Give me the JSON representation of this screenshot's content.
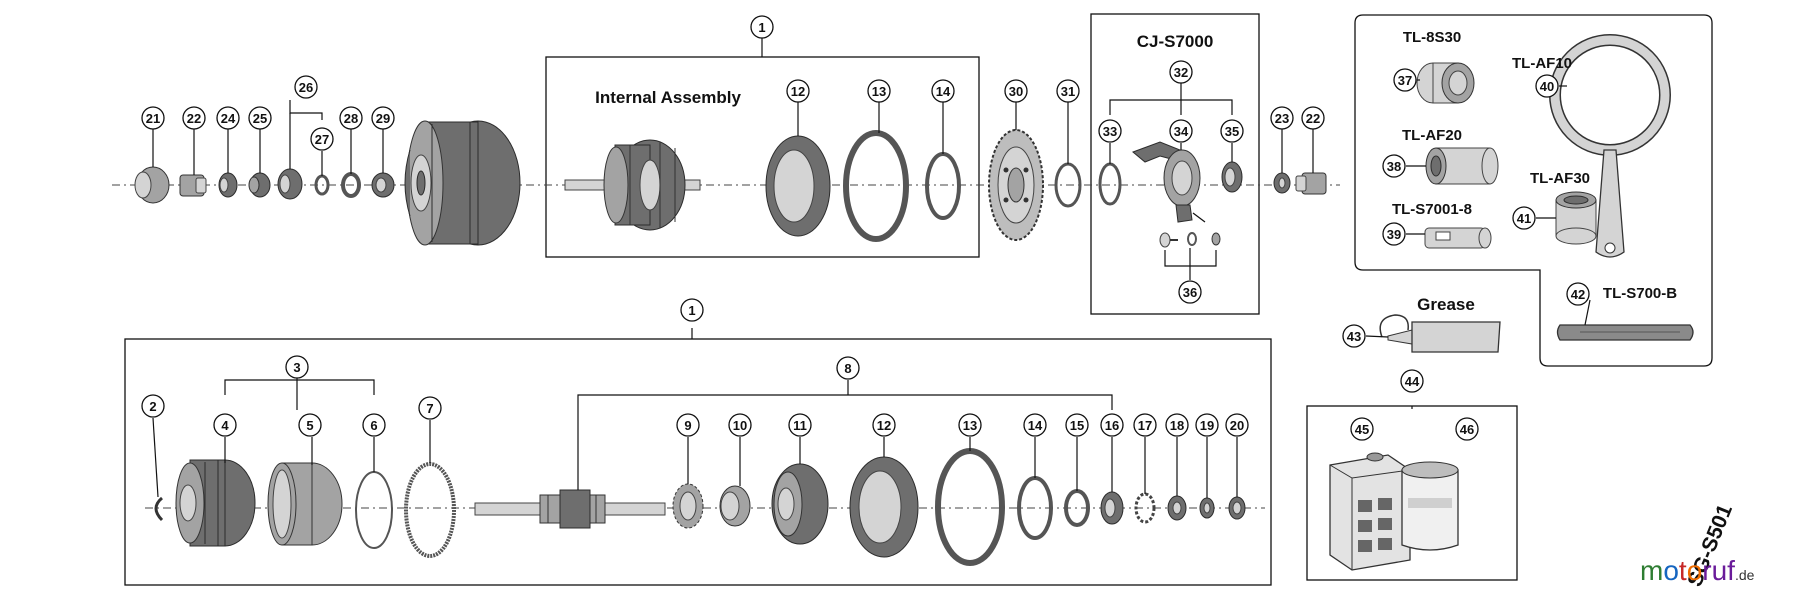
{
  "colors": {
    "ink": "#111111",
    "part_dark": "#6e6e6e",
    "part_mid": "#a3a3a3",
    "part_light": "#d4d4d4",
    "watermark_m": "#2e7d32",
    "watermark_o1": "#1565c0",
    "watermark_t": "#c62828",
    "watermark_o2": "#ef6c00",
    "watermark_ruf": "#6a1b9a"
  },
  "labels": {
    "internal_assembly": "Internal Assembly",
    "cj_s7000": "CJ-S7000",
    "tl_8s30": "TL-8S30",
    "tl_af10": "TL-AF10",
    "tl_af20": "TL-AF20",
    "tl_af30": "TL-AF30",
    "tl_s7001_8": "TL-S7001-8",
    "tl_s700_b": "TL-S700-B",
    "grease": "Grease",
    "model_code": "SG-S501"
  },
  "callouts": {
    "c1a": "1",
    "c1b": "1",
    "c2": "2",
    "c3": "3",
    "c4": "4",
    "c5": "5",
    "c6": "6",
    "c7": "7",
    "c8": "8",
    "c9": "9",
    "c10": "10",
    "c11": "11",
    "c12a": "12",
    "c12b": "12",
    "c13a": "13",
    "c13b": "13",
    "c14a": "14",
    "c14b": "14",
    "c15": "15",
    "c16": "16",
    "c17": "17",
    "c18": "18",
    "c19": "19",
    "c20": "20",
    "c21": "21",
    "c22a": "22",
    "c22b": "22",
    "c23": "23",
    "c24": "24",
    "c25": "25",
    "c26": "26",
    "c27": "27",
    "c28": "28",
    "c29": "29",
    "c30": "30",
    "c31": "31",
    "c32": "32",
    "c33": "33",
    "c34": "34",
    "c35": "35",
    "c36": "36",
    "c37": "37",
    "c38": "38",
    "c39": "39",
    "c40": "40",
    "c41": "41",
    "c42": "42",
    "c43": "43",
    "c44": "44",
    "c45": "45",
    "c46": "46"
  },
  "watermark": {
    "m": "m",
    "o1": "o",
    "t": "t",
    "o2": "o",
    "ruf": "ruf",
    "de": ".de"
  }
}
